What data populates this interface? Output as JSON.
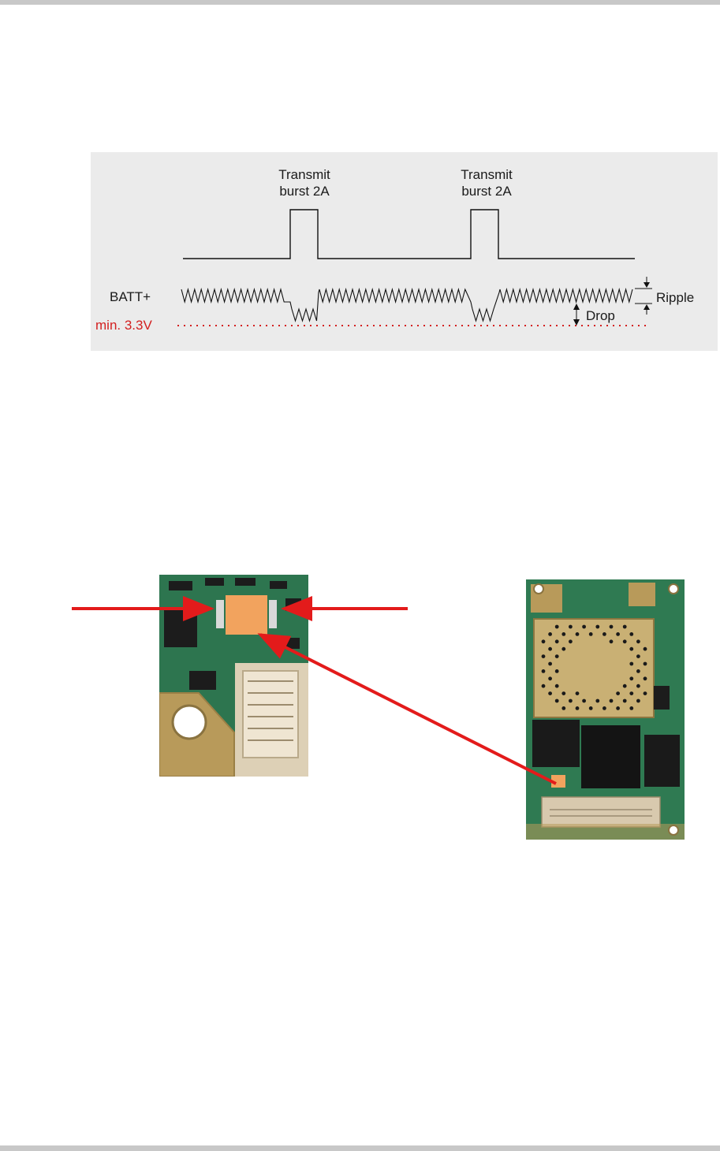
{
  "timing_diagram": {
    "burst_1": {
      "line1": "Transmit",
      "line2": "burst 2A"
    },
    "burst_2": {
      "line1": "Transmit",
      "line2": "burst 2A"
    },
    "supply_label": "BATT+",
    "min_voltage_label": "min. 3.3V",
    "ripple_label": "Ripple",
    "drop_label": "Drop",
    "colors": {
      "panel": "#ebebeb",
      "min_line": "#d32020",
      "trace": "#111111"
    }
  },
  "photos": {
    "highlight_color": "#f2a35e",
    "arrow_color": "#e31b1b"
  }
}
